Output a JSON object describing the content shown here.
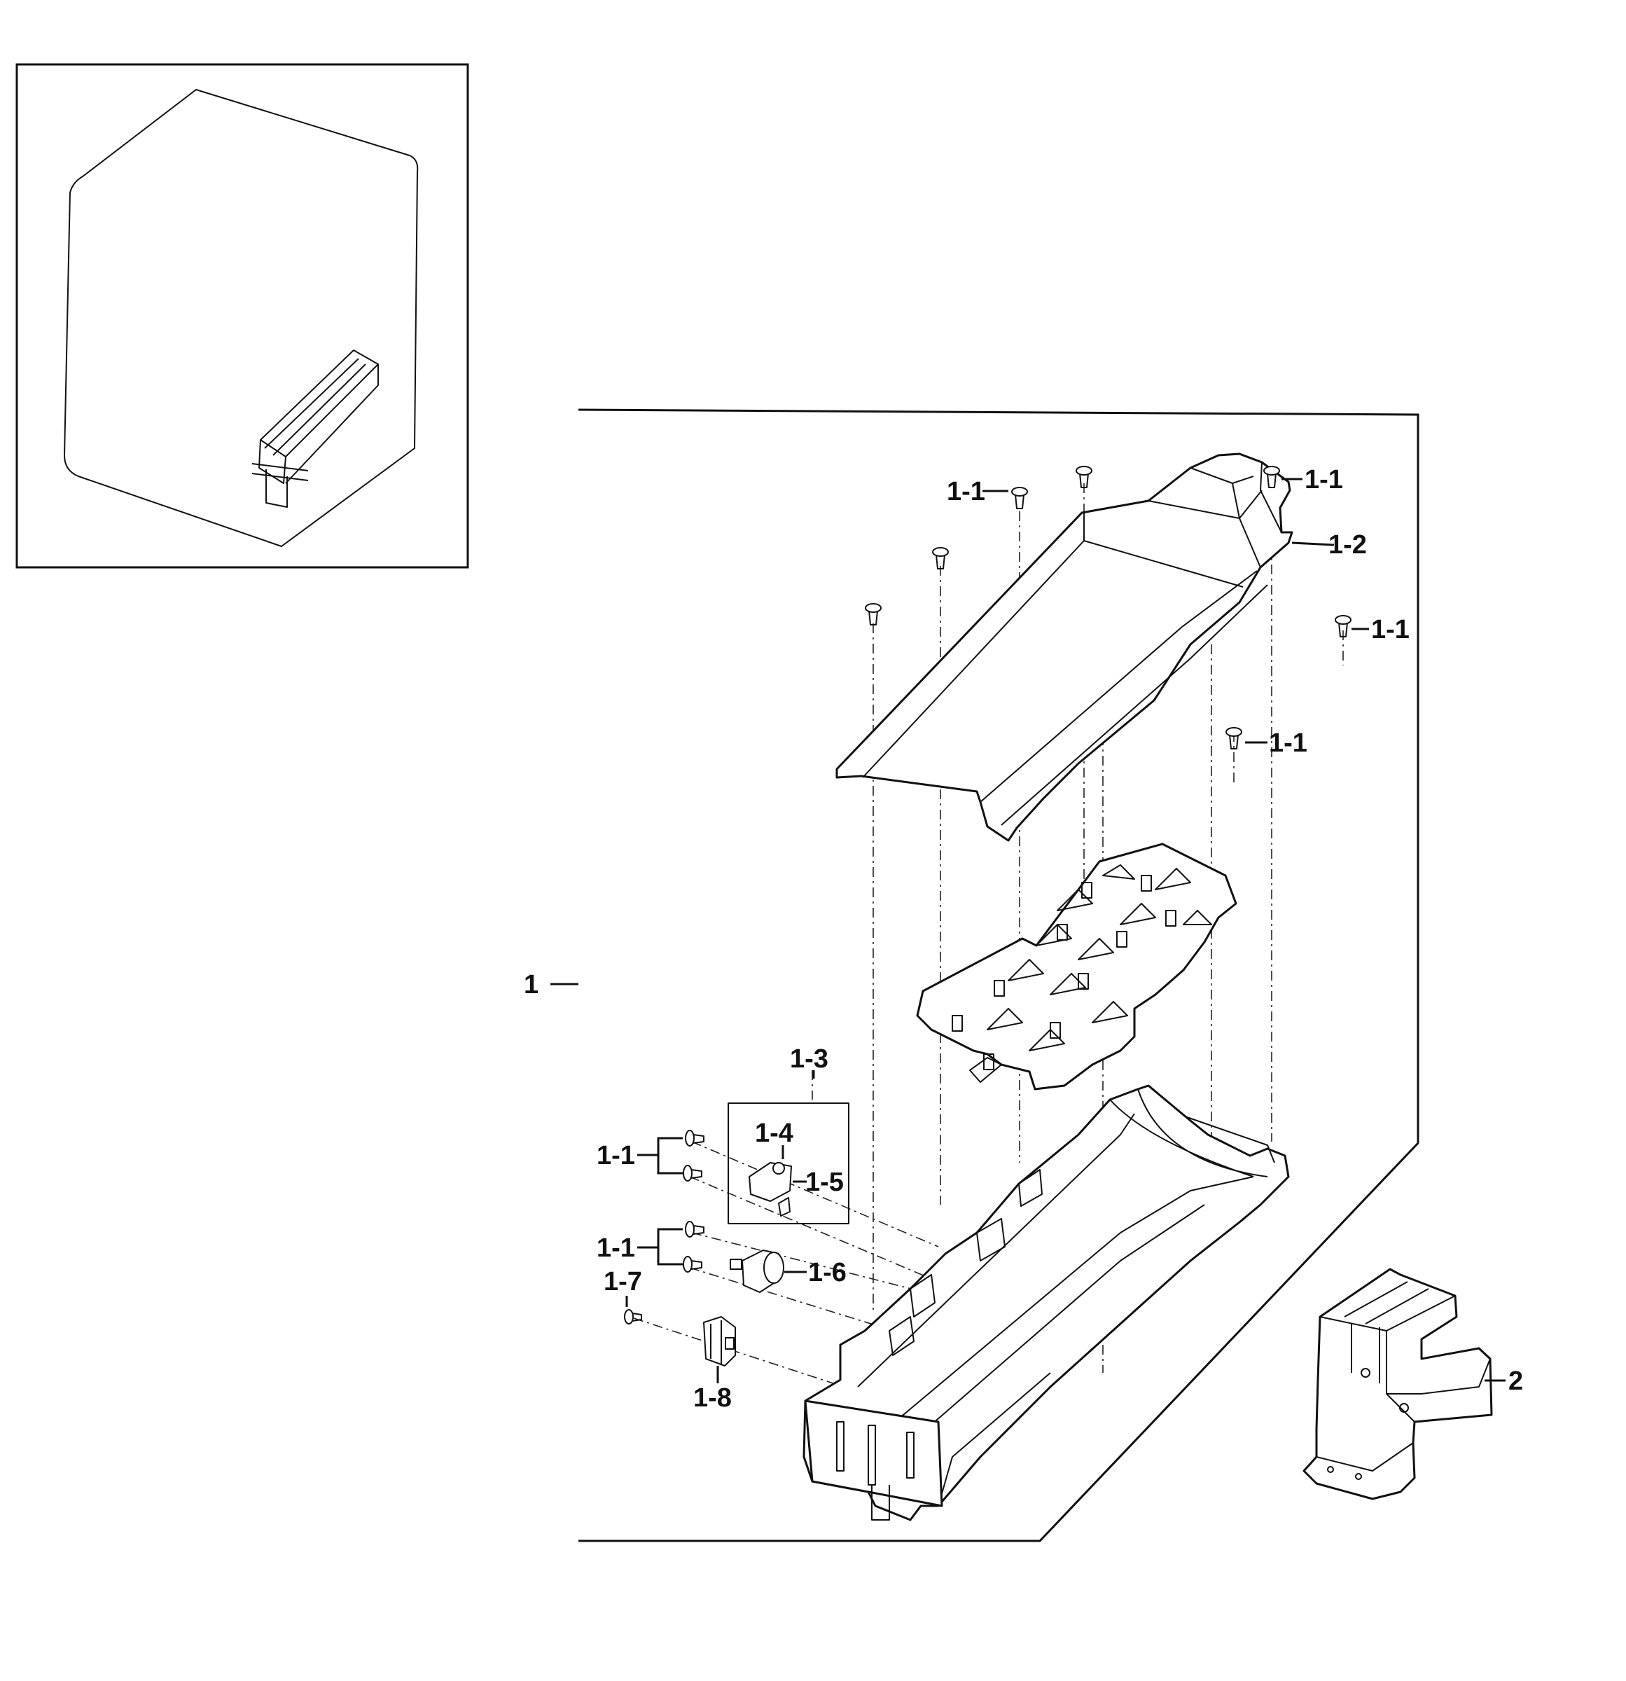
{
  "callouts": {
    "c1": "1",
    "c1_1a": "1-1",
    "c1_1b": "1-1",
    "c1_1c": "1-1",
    "c1_1d": "1-1",
    "c1_1e": "1-1",
    "c1_1f": "1-1",
    "c1_2": "1-2",
    "c1_3": "1-3",
    "c1_4": "1-4",
    "c1_5": "1-5",
    "c1_6": "1-6",
    "c1_7": "1-7",
    "c1_8": "1-8",
    "c2": "2"
  }
}
